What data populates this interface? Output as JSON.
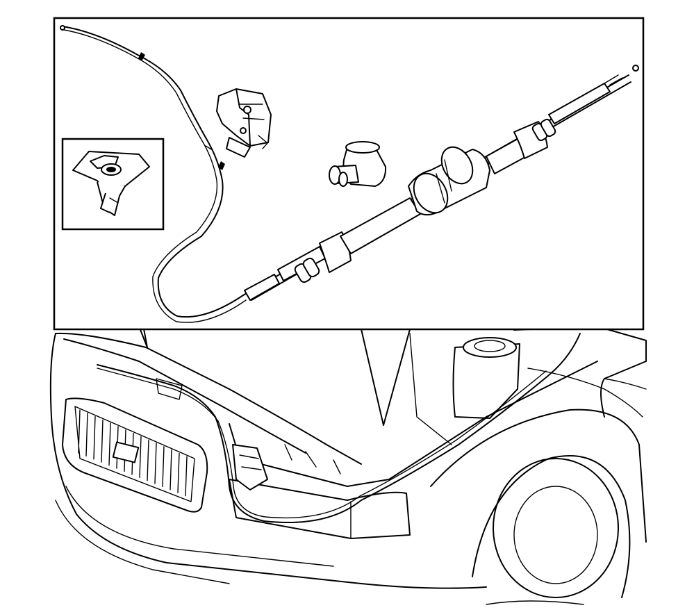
{
  "figure": {
    "kind": "technical-exploded-illustration",
    "text_labels": [],
    "colors": {
      "line": "#000000",
      "background": "#ffffff"
    },
    "parts": [
      "hood-release-cable",
      "hood-latch",
      "cable-grommet",
      "cable-sleeve-assembly",
      "clip-nut",
      "vehicle-front-end"
    ]
  }
}
